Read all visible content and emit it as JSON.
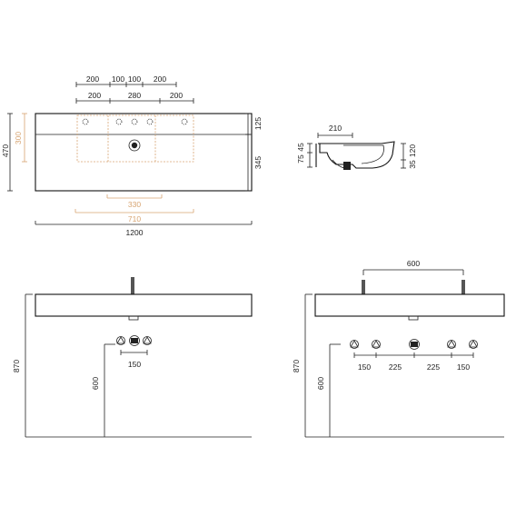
{
  "top_view": {
    "dims_top_row1": [
      "200",
      "100",
      "100",
      "200"
    ],
    "dims_top_row2": [
      "200",
      "280",
      "200"
    ],
    "height_total": "470",
    "height_accent": "300",
    "right_top": "125",
    "right_bottom": "345",
    "bottom_accent_1": "330",
    "bottom_accent_2": "710",
    "width_total": "1200"
  },
  "section_view": {
    "depth": "210",
    "left_1": "75",
    "left_2": "45",
    "right_1": "35",
    "right_2": "120"
  },
  "front_single": {
    "height_total": "870",
    "height_trap": "600",
    "spacing": "150"
  },
  "front_double": {
    "tap_distance": "600",
    "height_total": "870",
    "height_trap": "600",
    "spacings": [
      "150",
      "225",
      "225",
      "150"
    ]
  },
  "colors": {
    "line": "#222222",
    "accent": "#d7a471"
  }
}
